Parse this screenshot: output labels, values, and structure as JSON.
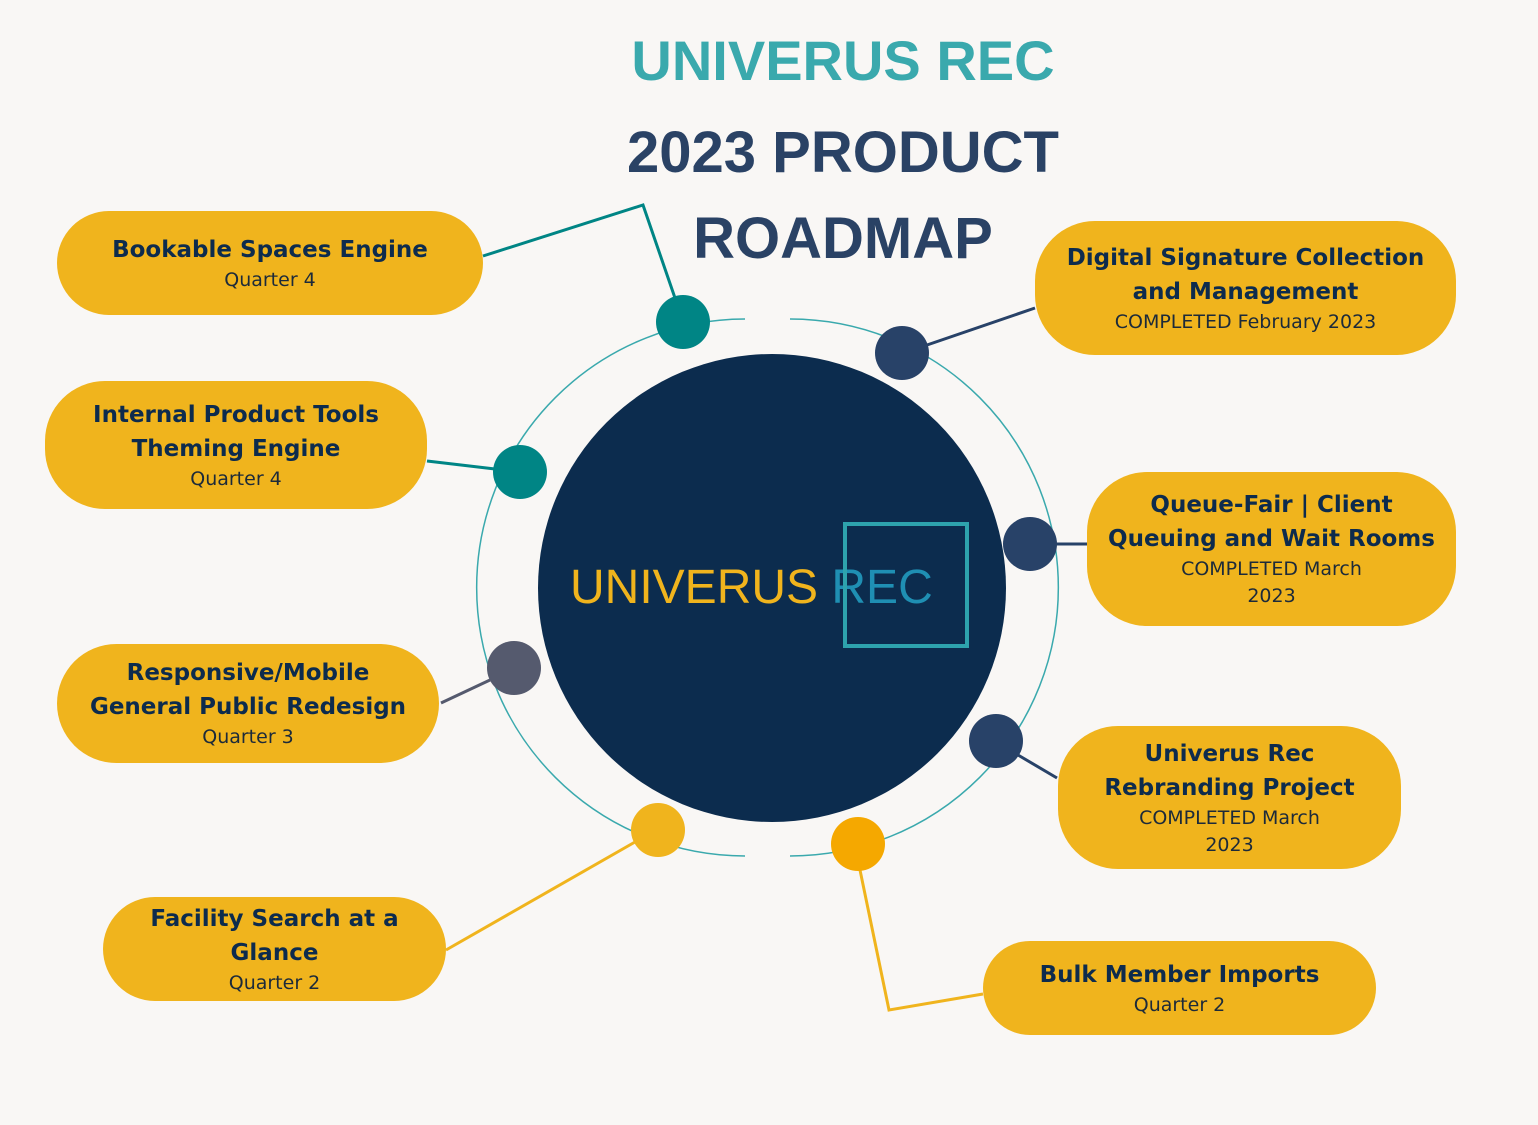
{
  "title": {
    "line1": "UNIVERUS REC",
    "line2": "2023 PRODUCT ROADMAP"
  },
  "logo": {
    "part1": "UNIVERUS",
    "part2": "REC"
  },
  "colors": {
    "yellow": "#f0b41d",
    "navy": "#0c2c4e",
    "teal": "#008585"
  },
  "items": [
    {
      "title": "Bookable Spaces Engine",
      "status": "Quarter 4"
    },
    {
      "title": "Internal Product Tools Theming Engine",
      "status": "Quarter 4"
    },
    {
      "title": "Responsive/Mobile General Public Redesign",
      "status": "Quarter 3"
    },
    {
      "title": "Facility Search at a Glance",
      "status": "Quarter 2"
    },
    {
      "title": "Digital Signature Collection and Management",
      "status": "COMPLETED February 2023"
    },
    {
      "title": "Queue-Fair | Client Queuing and Wait Rooms",
      "status": "COMPLETED March 2023"
    },
    {
      "title": "Univerus Rec Rebranding Project",
      "status": "COMPLETED March 2023"
    },
    {
      "title": "Bulk Member Imports",
      "status": "Quarter 2"
    }
  ]
}
